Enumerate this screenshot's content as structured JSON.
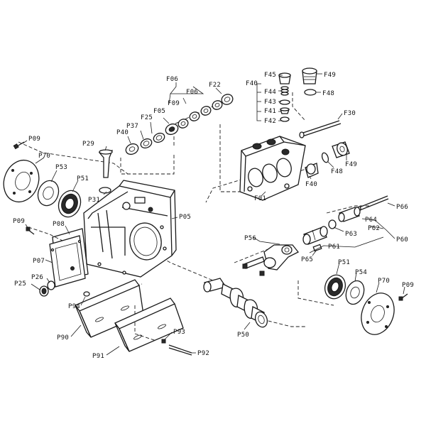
{
  "labels": {
    "F06a": "F06",
    "F06b": "F06",
    "F09": "F09",
    "F22": "F22",
    "F05": "F05",
    "F25": "F25",
    "P37": "P37",
    "P40": "P40",
    "P29": "P29",
    "P31": "P31",
    "P09a": "P09",
    "P70a": "P70",
    "P53": "P53",
    "P51a": "P51",
    "P05": "P05",
    "P09b": "P09",
    "P08": "P08",
    "P07": "P07",
    "P26": "P26",
    "P25": "P25",
    "P94": "P94",
    "P90": "P90",
    "P93": "P93",
    "P91": "P91",
    "P92": "P92",
    "F40a": "F40",
    "F45": "F45",
    "F44": "F44",
    "F43": "F43",
    "F41": "F41",
    "F42": "F42",
    "F49a": "F49",
    "F48a": "F48",
    "F30": "F30",
    "F01": "F01",
    "F40b": "F40",
    "F48b": "F48",
    "F49b": "F49",
    "P66": "P66",
    "P64": "P64",
    "P62": "P62",
    "P63": "P63",
    "P60": "P60",
    "P56": "P56",
    "P61": "P61",
    "P65": "P65",
    "P51b": "P51",
    "P54": "P54",
    "P70b": "P70",
    "P09c": "P09",
    "P50": "P50"
  }
}
